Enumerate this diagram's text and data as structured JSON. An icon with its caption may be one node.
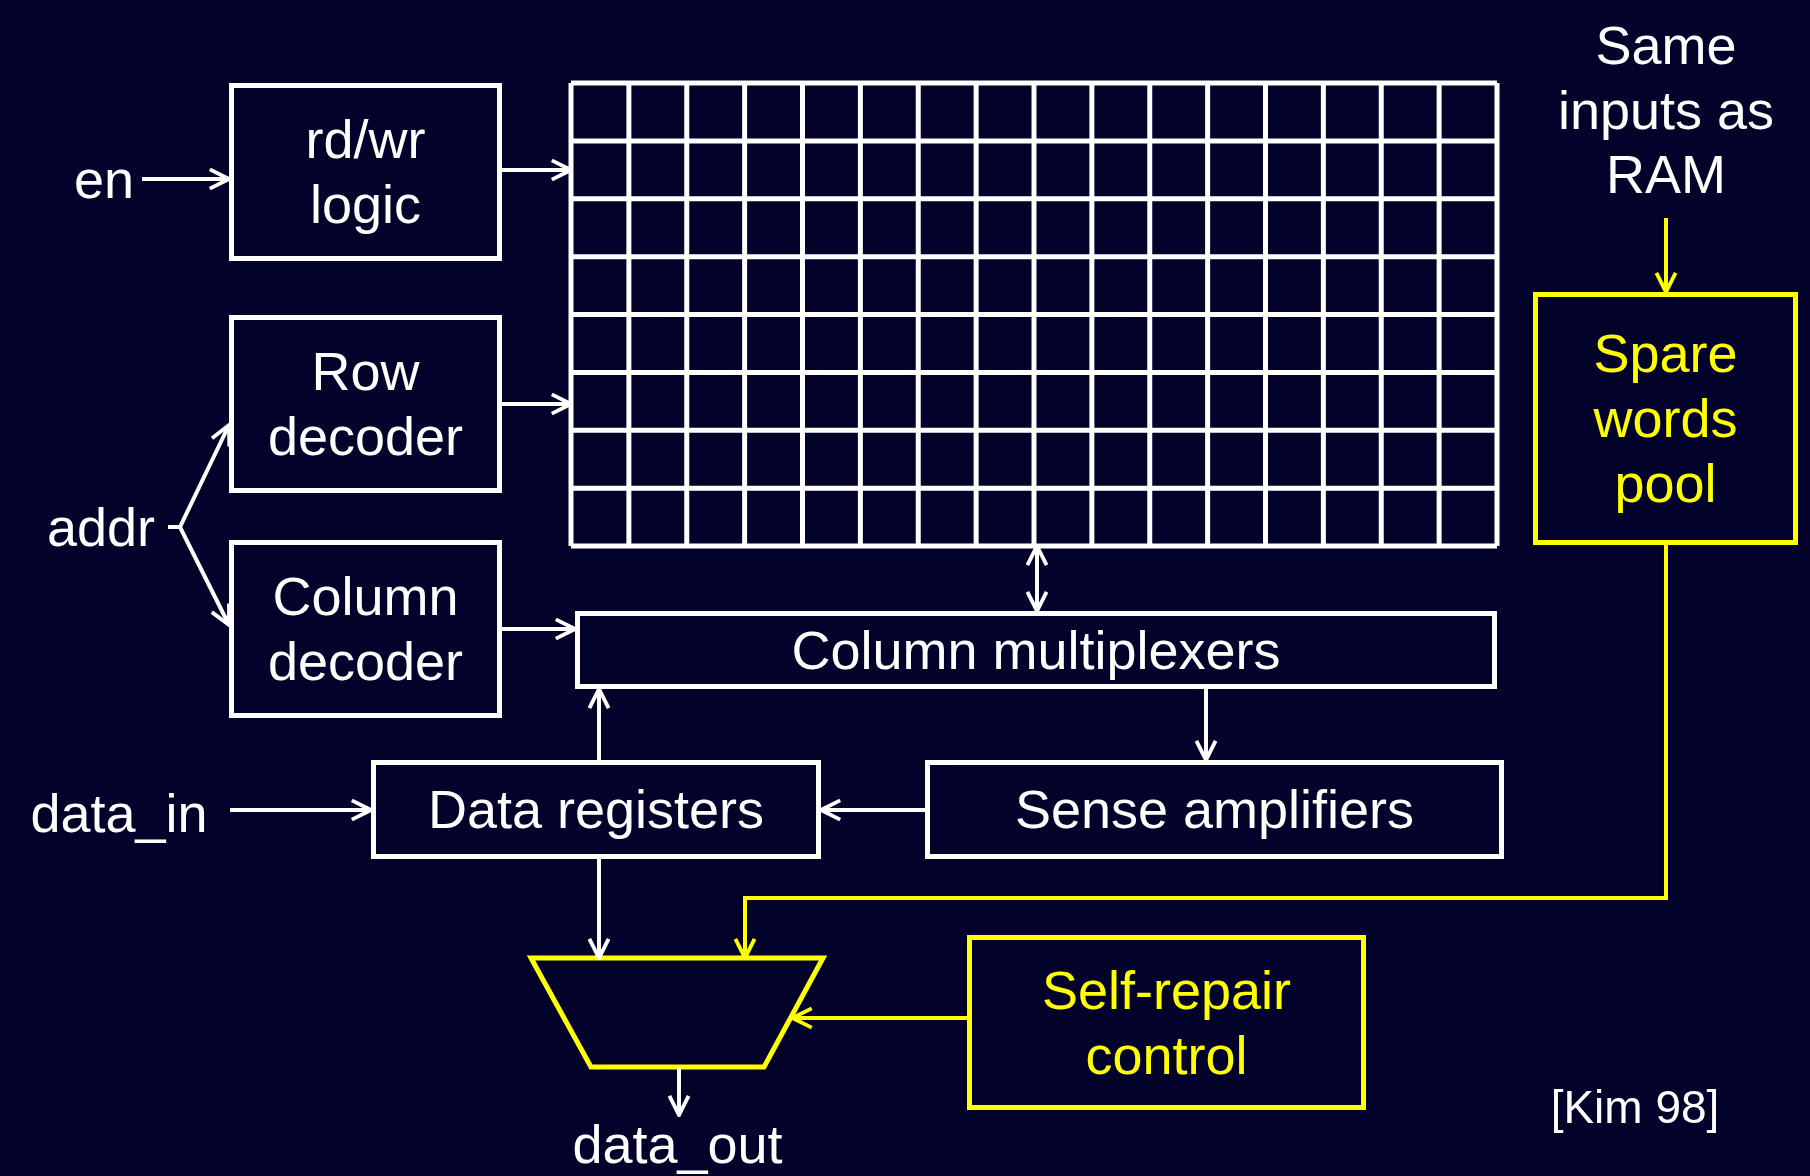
{
  "diagram": {
    "nodes": [
      {
        "text": [
          "en"
        ]
      },
      {
        "text": [
          "rd/wr logic"
        ]
      },
      {
        "text": [
          "Row decoder"
        ]
      },
      {
        "text": [
          "addr"
        ]
      },
      {
        "text": [
          "Column decoder"
        ]
      },
      {
        "text": [],
        "shape": "grid"
      },
      {
        "text": [
          "Column multiplexers"
        ]
      },
      {
        "text": [
          "data_in"
        ]
      },
      {
        "text": [
          "Data registers"
        ]
      },
      {
        "text": [
          "Sense amplifiers"
        ]
      },
      {
        "text": [
          "Same inputs as RAM"
        ]
      },
      {
        "text": [
          "Spare words pool"
        ]
      },
      {
        "text": [],
        "shape": "trapezoid"
      },
      {
        "text": [
          "Self-repair control"
        ]
      },
      {
        "text": [
          "data_out"
        ]
      }
    ],
    "edges": [
      {
        "from": 0,
        "to": 1,
        "arrow": "to"
      },
      {
        "from": 1,
        "to": 5,
        "arrow": "to"
      },
      {
        "from": 2,
        "to": 5,
        "arrow": "to"
      },
      {
        "from": 3,
        "to": 2,
        "arrow": "to"
      },
      {
        "from": 3,
        "to": 4,
        "arrow": "to"
      },
      {
        "from": 4,
        "to": 6,
        "arrow": "to"
      },
      {
        "from": 5,
        "to": 6,
        "arrow": "both"
      },
      {
        "from": 6,
        "to": 9,
        "arrow": "to"
      },
      {
        "from": 9,
        "to": 8,
        "arrow": "to"
      },
      {
        "from": 7,
        "to": 8,
        "arrow": "to"
      },
      {
        "from": 8,
        "to": 6,
        "arrow": "to"
      },
      {
        "from": 8,
        "to": 12,
        "arrow": "to"
      },
      {
        "from": 10,
        "to": 11,
        "arrow": "to",
        "color": "#ffff00"
      },
      {
        "from": 11,
        "to": 12,
        "arrow": "to",
        "color": "#ffff00"
      },
      {
        "from": 13,
        "to": 12,
        "arrow": "to",
        "color": "#ffff00"
      },
      {
        "from": 12,
        "to": 14,
        "arrow": "to"
      }
    ],
    "labels": [
      "[Kim 98]"
    ]
  }
}
